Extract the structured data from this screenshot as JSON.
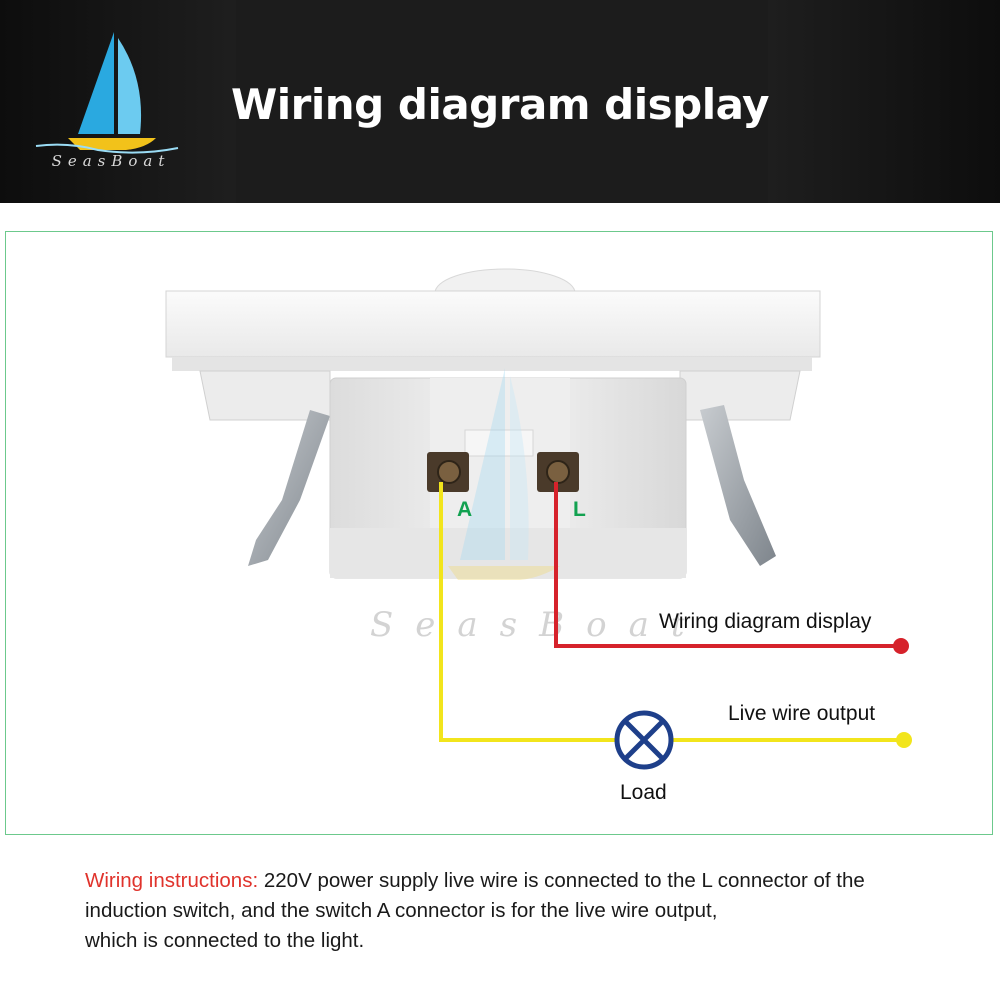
{
  "banner": {
    "title": "Wiring diagram display",
    "brand": "SeasBoat"
  },
  "diagram": {
    "watermark": "SeasBoat",
    "terminal_a": "A",
    "terminal_l": "L",
    "label_top_wire": "Wiring diagram display",
    "label_live_output": "Live wire output",
    "label_load": "Load",
    "colors": {
      "live_wire": "#d6222b",
      "output_wire": "#f2e51c",
      "terminal_label": "#12a150",
      "frame": "#6cc98c"
    },
    "icons": [
      "sailboat-logo-icon",
      "lamp-load-icon"
    ]
  },
  "instructions": {
    "heading": "Wiring instructions:",
    "line1": " 220V power supply live wire is connected to the L connector of the",
    "line2": "induction switch, and the switch A connector is for the live wire output,",
    "line3": "which is connected to the light."
  }
}
